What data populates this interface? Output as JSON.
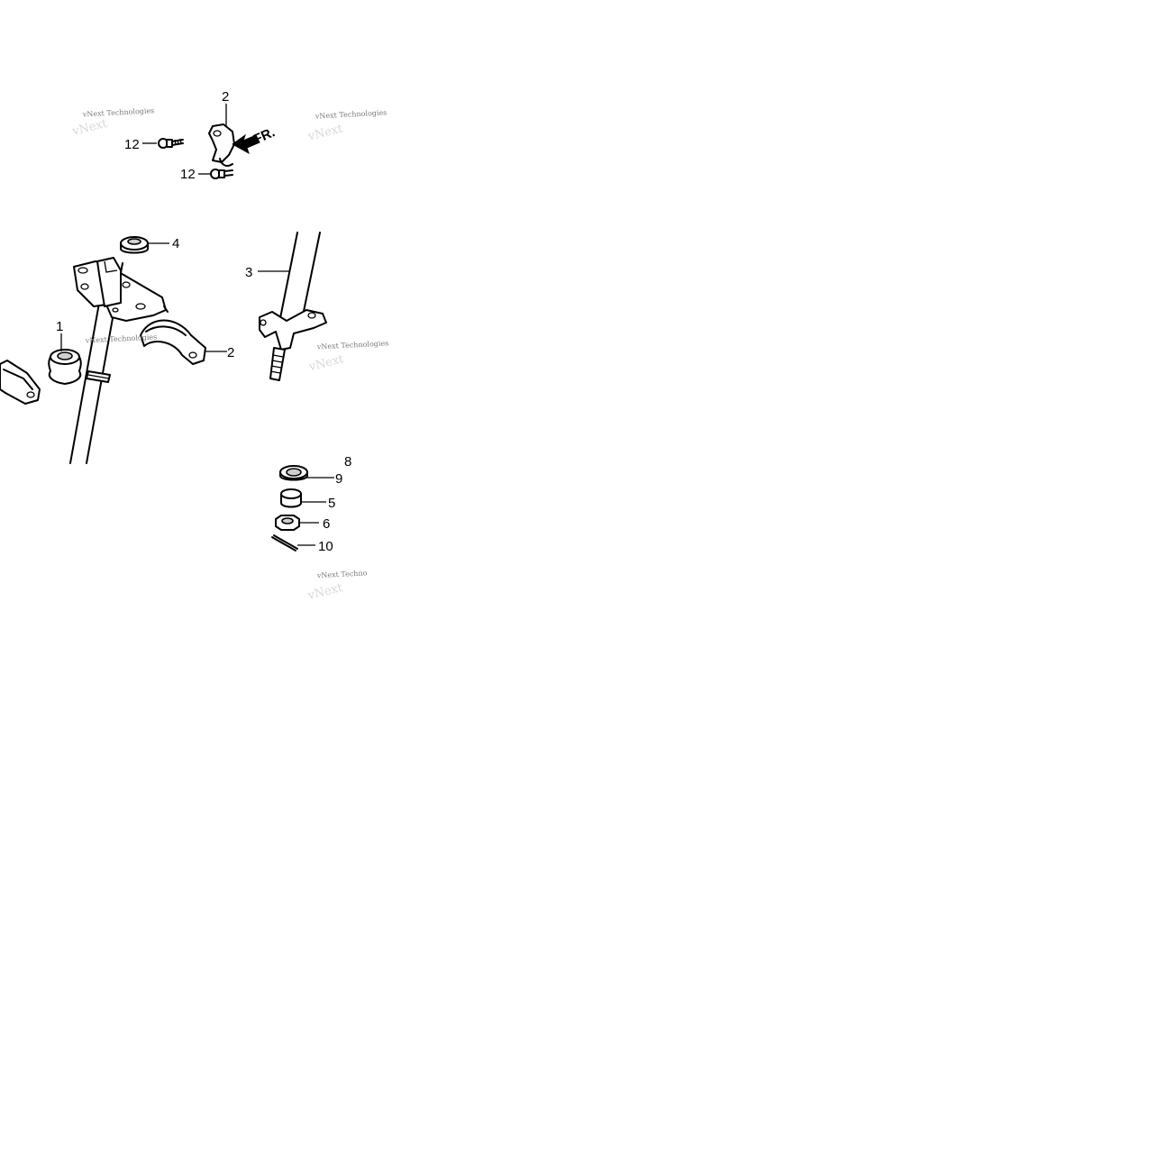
{
  "callouts": {
    "c1": "1",
    "c2_top": "2",
    "c2_mid": "2",
    "c3": "3",
    "c4": "4",
    "c5": "5",
    "c6": "6",
    "c8_partial": "8",
    "c9": "9",
    "c10": "10",
    "c12_a": "12",
    "c12_b": "12"
  },
  "direction_arrow": {
    "label": "FR."
  },
  "watermarks": {
    "w1": "vNext Technologies",
    "w2": "vNext Technologies",
    "w3": "vNext Technologies",
    "w4": "vNext Technologies",
    "w5": "vNext Techno"
  },
  "colors": {
    "line": "#000000",
    "background": "#ffffff",
    "watermark": "#7a7a7a"
  }
}
